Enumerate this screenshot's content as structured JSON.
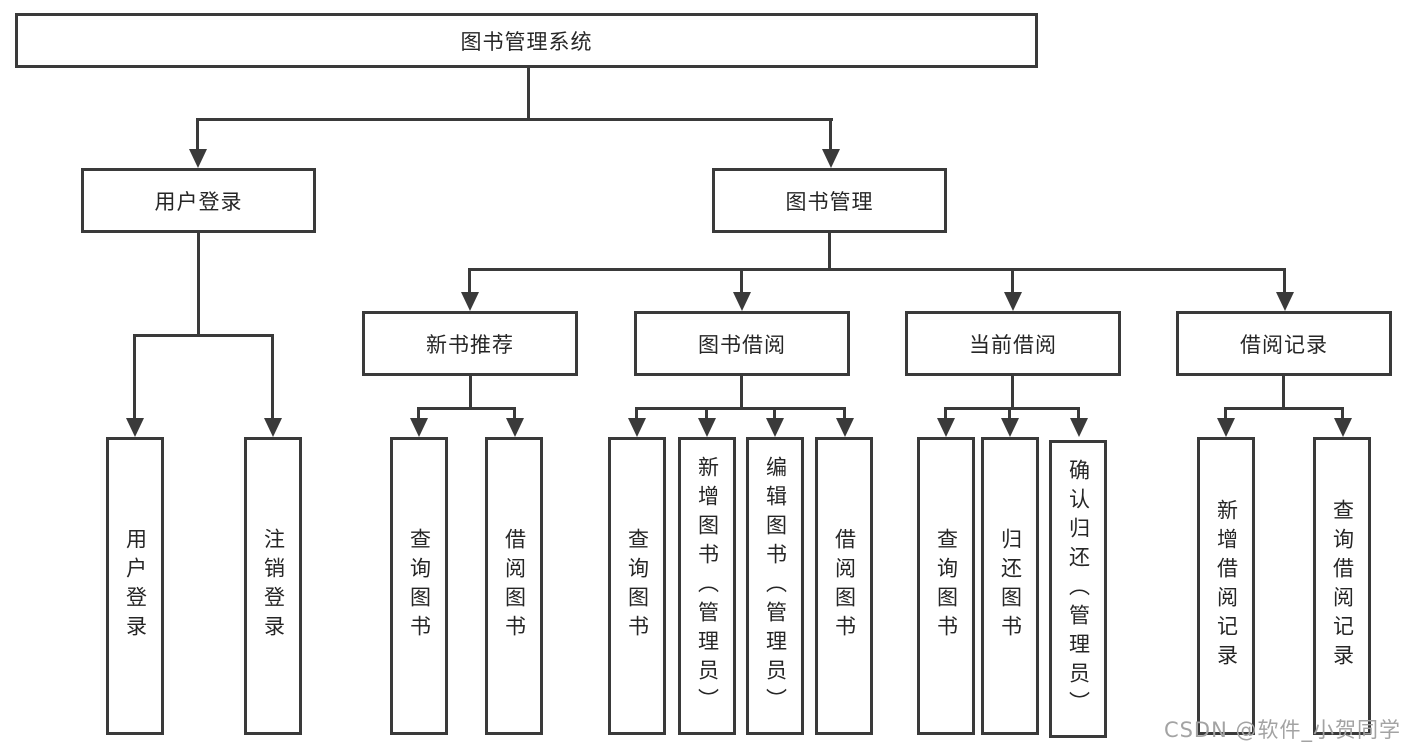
{
  "tree": {
    "root": {
      "label": "图书管理系统"
    },
    "branches": [
      {
        "label": "用户登录",
        "children": [
          {
            "label": "用户登录"
          },
          {
            "label": "注销登录"
          }
        ]
      },
      {
        "label": "图书管理",
        "children": [
          {
            "label": "新书推荐",
            "children": [
              {
                "label": "查询图书"
              },
              {
                "label": "借阅图书"
              }
            ]
          },
          {
            "label": "图书借阅",
            "children": [
              {
                "label": "查询图书"
              },
              {
                "label": "新增图书（管理员）"
              },
              {
                "label": "编辑图书（管理员）"
              },
              {
                "label": "借阅图书"
              }
            ]
          },
          {
            "label": "当前借阅",
            "children": [
              {
                "label": "查询图书"
              },
              {
                "label": "归还图书"
              },
              {
                "label": "确认归还（管理员）"
              }
            ]
          },
          {
            "label": "借阅记录",
            "children": [
              {
                "label": "新增借阅记录"
              },
              {
                "label": "查询借阅记录"
              }
            ]
          }
        ]
      }
    ]
  },
  "watermark": {
    "text": "CSDN @软件_小贺同学"
  },
  "colors": {
    "line": "#3a3a3a",
    "text": "#262626",
    "background": "#ffffff",
    "watermark": "#a3a3a3"
  }
}
